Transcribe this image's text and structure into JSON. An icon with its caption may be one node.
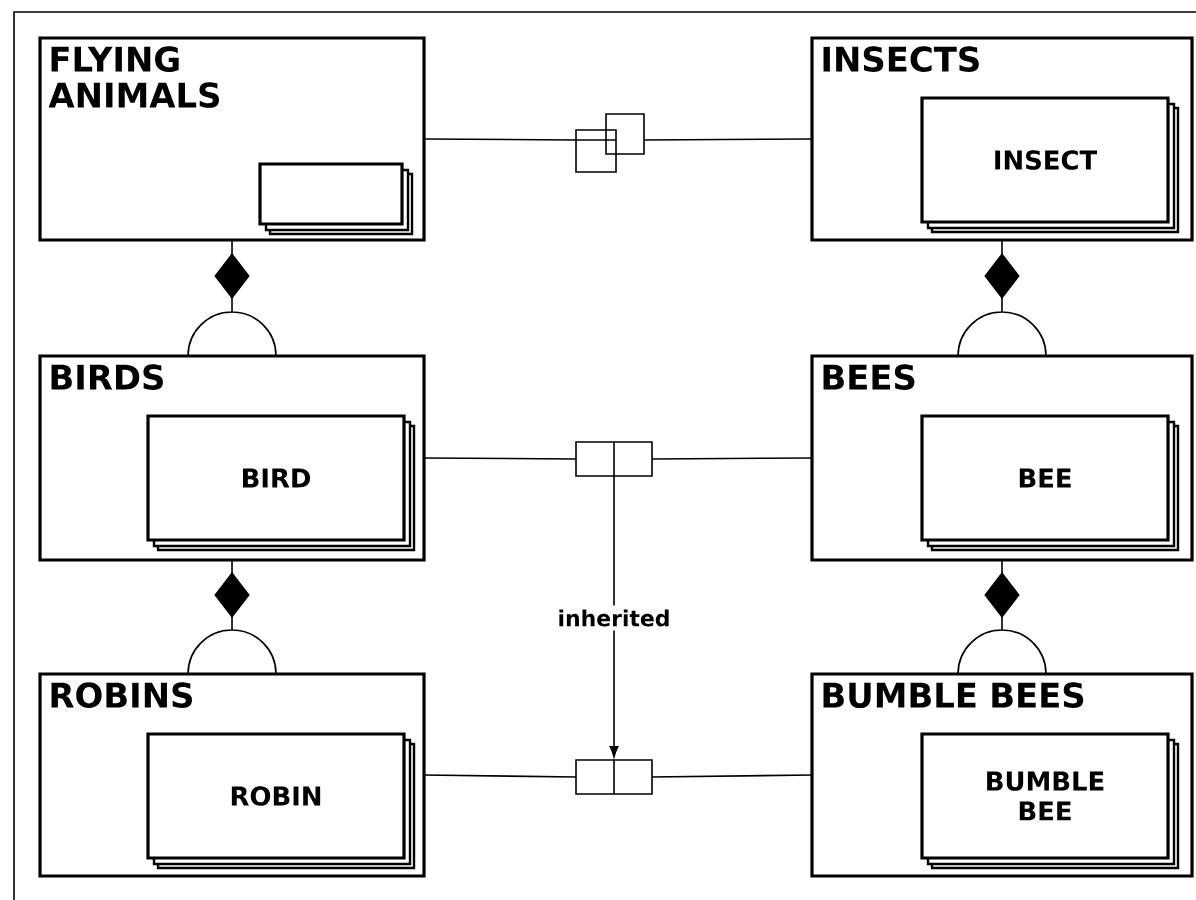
{
  "diagram": {
    "nodes": [
      {
        "text": [
          "FLYING ANIMALS"
        ]
      },
      {
        "text": [],
        "shape": "box",
        "in": 0
      },
      {
        "text": [
          "INSECTS"
        ]
      },
      {
        "text": [
          "INSECT"
        ],
        "in": 2
      },
      {
        "text": [
          "BIRDS"
        ]
      },
      {
        "text": [
          "BIRD"
        ],
        "in": 4
      },
      {
        "text": [
          "BEES"
        ]
      },
      {
        "text": [
          "BEE"
        ],
        "in": 6
      },
      {
        "text": [
          "ROBINS"
        ]
      },
      {
        "text": [
          "ROBIN"
        ],
        "in": 8
      },
      {
        "text": [
          "BUMBLE BEES"
        ]
      },
      {
        "text": [
          "BUMBLE BEE"
        ],
        "in": 10
      },
      {
        "text": [],
        "shape": "box"
      },
      {
        "text": [],
        "shape": "box"
      },
      {
        "text": [],
        "shape": "box"
      }
    ],
    "edges": [
      {
        "from": 0,
        "to": 12,
        "arrow": "none"
      },
      {
        "from": 12,
        "to": 2,
        "arrow": "none"
      },
      {
        "from": 4,
        "to": 13,
        "arrow": "none"
      },
      {
        "from": 13,
        "to": 6,
        "arrow": "none"
      },
      {
        "from": 8,
        "to": 14,
        "arrow": "none"
      },
      {
        "from": 14,
        "to": 10,
        "arrow": "none"
      },
      {
        "from": 13,
        "to": 14,
        "arrow": "to",
        "label": "inherited"
      },
      {
        "from": 0,
        "to": 4,
        "arrow": "other"
      },
      {
        "from": 2,
        "to": 6,
        "arrow": "other"
      },
      {
        "from": 4,
        "to": 8,
        "arrow": "other"
      },
      {
        "from": 6,
        "to": 10,
        "arrow": "other"
      }
    ]
  }
}
